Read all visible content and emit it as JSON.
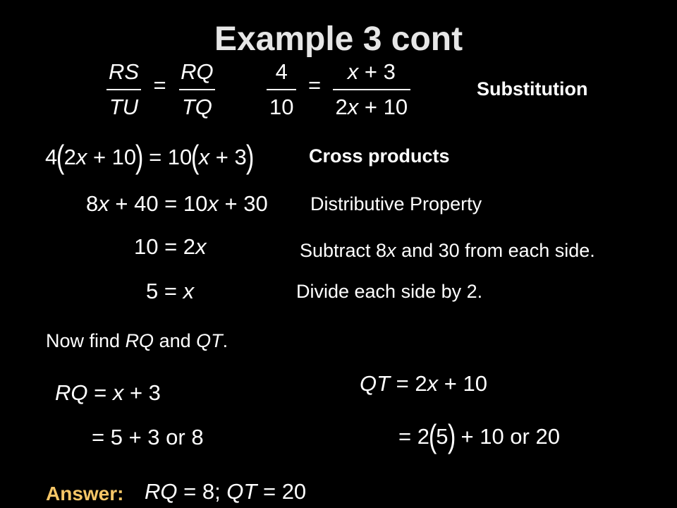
{
  "slide": {
    "title": "Example 3 cont",
    "prop_left": {
      "num1": "RS",
      "den1": "TU",
      "num2": "RQ",
      "den2": "TQ"
    },
    "prop_right": {
      "num1": "4",
      "den1": "10",
      "num2_var": "x",
      "num2_rest": "3",
      "den2_coef": "2",
      "den2_var": "x",
      "den2_rest": "10"
    },
    "substitution_label": "Substitution",
    "cross_label": "Cross products",
    "distributive_label": "Distributive Property",
    "subtract_label": {
      "before": "Subtract 8",
      "var": "x",
      "after": " and 30 from each side."
    },
    "divide_label": "Divide each side by 2.",
    "now_find": {
      "t1": "Now find ",
      "v1": "RQ",
      "t2": " and ",
      "v2": "QT",
      "t3": "."
    },
    "answer_label": "Answer:",
    "colors": {
      "background": "#000000",
      "answer": "#f6c667",
      "title": "#e6e6e6"
    }
  }
}
